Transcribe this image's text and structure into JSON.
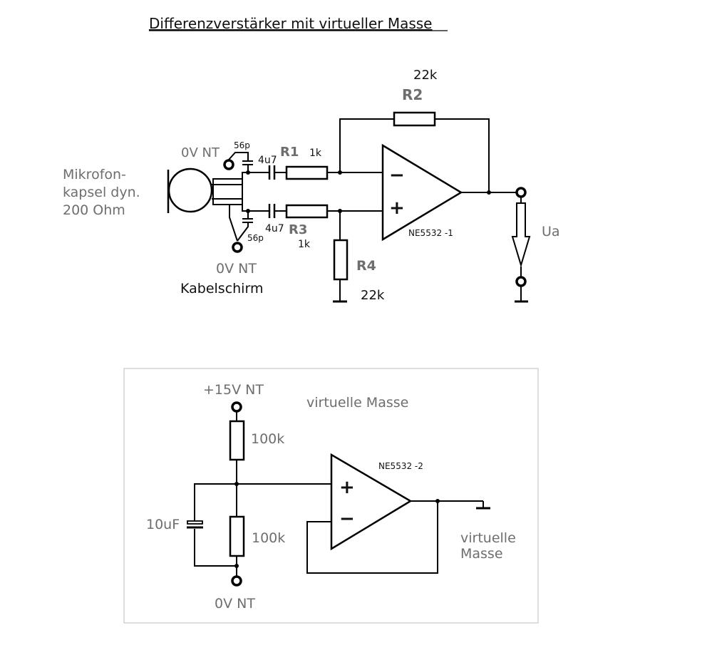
{
  "title": "Differenzverstärker mit virtueller Masse",
  "top": {
    "ground_label_top": "0V NT",
    "cap_56p_top": "56p",
    "cap_4u7_top": "4u7",
    "r1_name": "R1",
    "r1_value": "1k",
    "r2_value": "22k",
    "r2_name": "R2",
    "mic_line1": "Mikrofon-",
    "mic_line2": "kapsel  dyn.",
    "mic_line3": "200 Ohm",
    "minus_sign": "−",
    "plus_sign": "+",
    "opamp_label": "NE5532 -1",
    "output_label": "Ua",
    "cap_4u7_bottom": "4u7",
    "r3_name": "R3",
    "r3_value": "1k",
    "cap_56p_bottom": "56p",
    "r4_name": "R4",
    "r4_value": "22k",
    "ground_label_bottom": "0V NT",
    "shield_label": "Kabelschirm"
  },
  "bottom": {
    "supply_label": "+15V NT",
    "section_title": "virtuelle Masse",
    "r_top_value": "100k",
    "opamp_label": "NE5532 -2",
    "plus_sign": "+",
    "minus_sign": "−",
    "cap_value": "10uF",
    "r_bottom_value": "100k",
    "output_line1": "virtuelle",
    "output_line2": "Masse",
    "ground_label": "0V NT"
  },
  "colors": {
    "line": "#000000",
    "text_dark": "#111111",
    "text_gray": "#6e6e6e",
    "box_border": "#c8c8c8"
  }
}
